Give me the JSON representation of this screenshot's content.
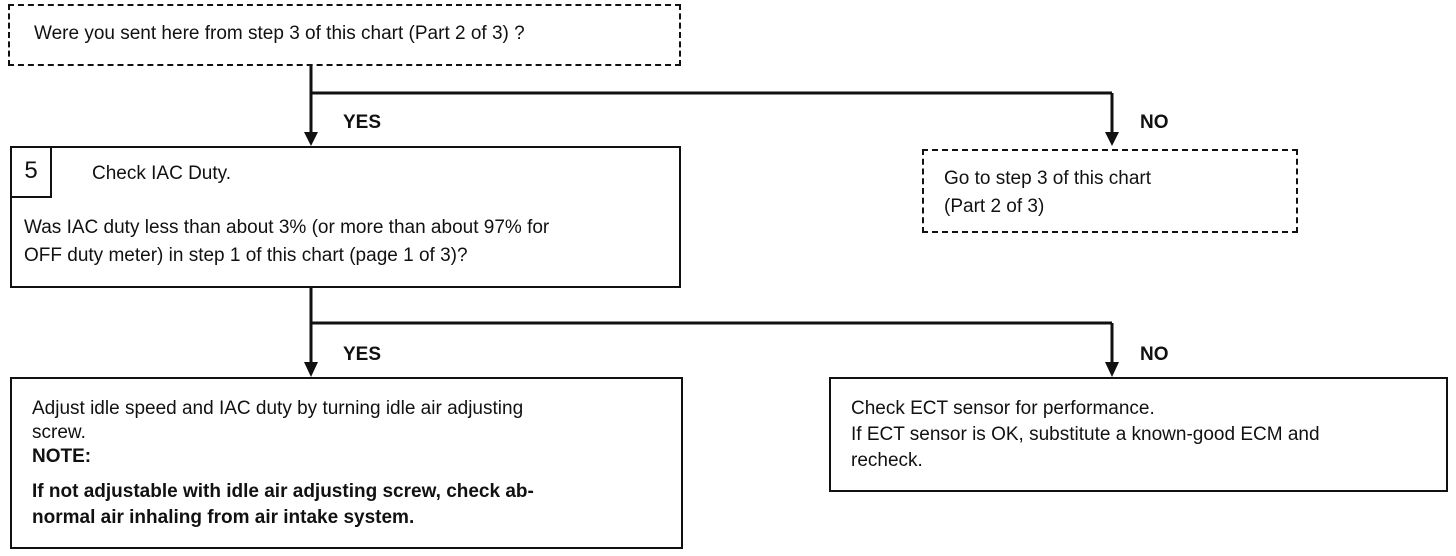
{
  "q_sent_from_step3": {
    "text": "Were you sent here from step 3 of this chart (Part 2 of 3) ?"
  },
  "branch1": {
    "yes_label": "YES",
    "no_label": "NO"
  },
  "step5": {
    "number": "5",
    "title": "Check IAC Duty.",
    "question_line1": "Was IAC duty less than about 3% (or more than about 97% for",
    "question_line2": "OFF duty meter) in step 1 of this chart (page 1 of 3)?"
  },
  "goto_step3": {
    "line1": "Go to step 3 of this chart",
    "line2": "(Part 2 of 3)"
  },
  "branch2": {
    "yes_label": "YES",
    "no_label": "NO"
  },
  "adjust_idle": {
    "line1": "Adjust idle speed and IAC duty by turning idle air adjusting",
    "line2": "screw.",
    "note_label": "NOTE:",
    "note_line1": "If not adjustable with idle air adjusting screw, check ab-",
    "note_line2": "normal air inhaling from air intake system."
  },
  "check_ect": {
    "line1": "Check ECT sensor for performance.",
    "line2": "If ECT sensor is OK, substitute a known-good ECM and",
    "line3": "recheck."
  }
}
